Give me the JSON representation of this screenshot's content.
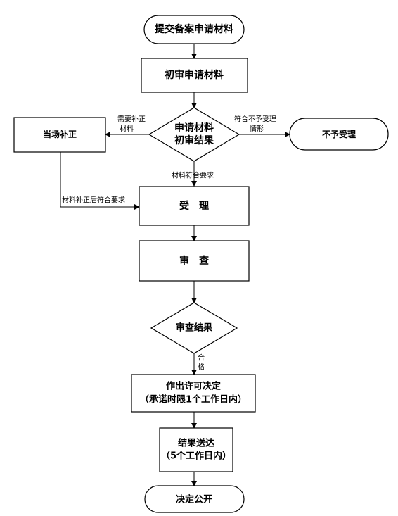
{
  "nodes": {
    "submit": "提交备案申请材料",
    "initial_review": "初审申请材料",
    "decision_1_line1": "申请材料",
    "decision_1_line2": "初审结果",
    "correct_on_site": "当场补正",
    "reject": "不予受理",
    "accept": "受　理",
    "review": "审　查",
    "decision_2": "审查结果",
    "permit_line1": "作出许可决定",
    "permit_line2": "（承诺时限1个工作日内）",
    "deliver_line1": "结果送达",
    "deliver_line2": "（5个工作日内）",
    "publish": "决定公开"
  },
  "edges": {
    "need_supplement_line1": "需要补正",
    "need_supplement_line2": "材料",
    "not_accept_line1": "符合不予受理",
    "not_accept_line2": "情形",
    "meets_requirements": "材料符合要求",
    "supplement_ok": "材料补正后符合要求",
    "qualified_line1": "合",
    "qualified_line2": "格"
  }
}
